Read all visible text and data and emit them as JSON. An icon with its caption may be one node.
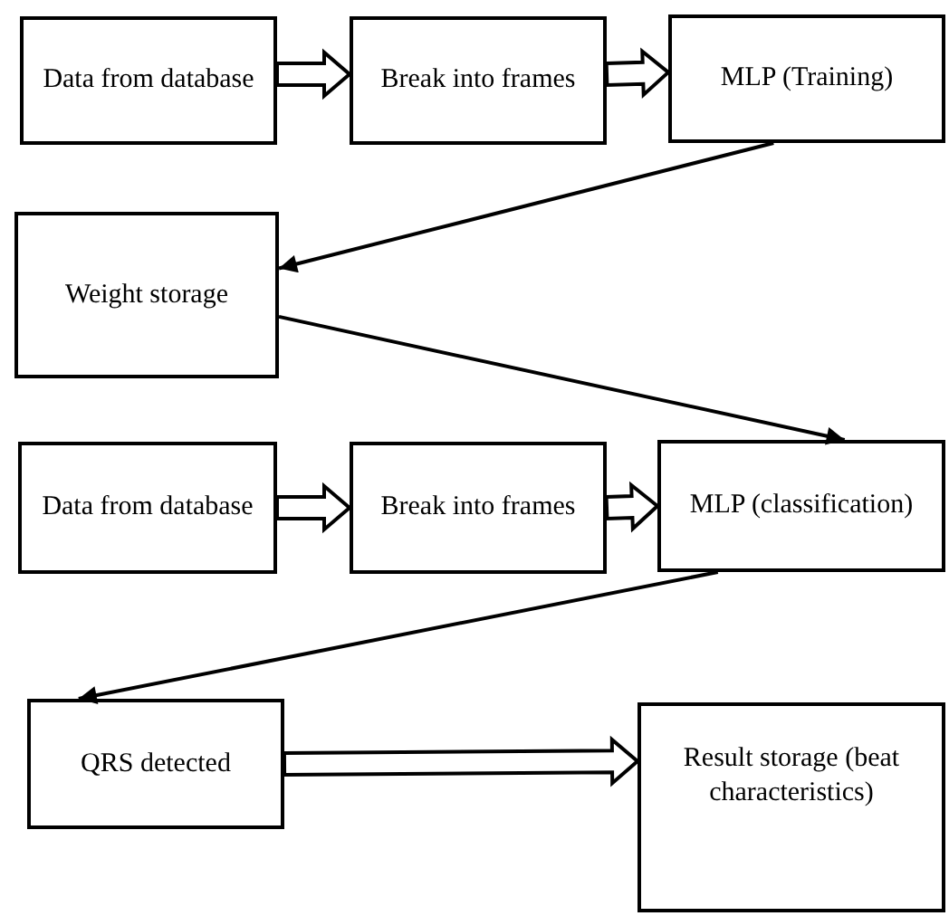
{
  "diagram": {
    "nodes": [
      {
        "text": [
          "Data from database"
        ]
      },
      {
        "text": [
          "Break into frames"
        ]
      },
      {
        "text": [
          "MLP (Training)"
        ]
      },
      {
        "text": [
          "Weight storage"
        ]
      },
      {
        "text": [
          "Data from database"
        ]
      },
      {
        "text": [
          "Break into frames"
        ]
      },
      {
        "text": [
          "MLP (classification)"
        ]
      },
      {
        "text": [
          "QRS detected"
        ]
      },
      {
        "text": [
          "Result storage (beat characteristics)"
        ]
      }
    ],
    "edges": [
      {
        "from": 0,
        "to": 1,
        "arrow": "to",
        "style": "thick"
      },
      {
        "from": 1,
        "to": 2,
        "arrow": "to",
        "style": "thick"
      },
      {
        "from": 2,
        "to": 3,
        "arrow": "to"
      },
      {
        "from": 3,
        "to": 6,
        "arrow": "to"
      },
      {
        "from": 4,
        "to": 5,
        "arrow": "to",
        "style": "thick"
      },
      {
        "from": 5,
        "to": 6,
        "arrow": "to",
        "style": "thick"
      },
      {
        "from": 6,
        "to": 7,
        "arrow": "to"
      },
      {
        "from": 7,
        "to": 8,
        "arrow": "to",
        "style": "thick"
      }
    ]
  }
}
